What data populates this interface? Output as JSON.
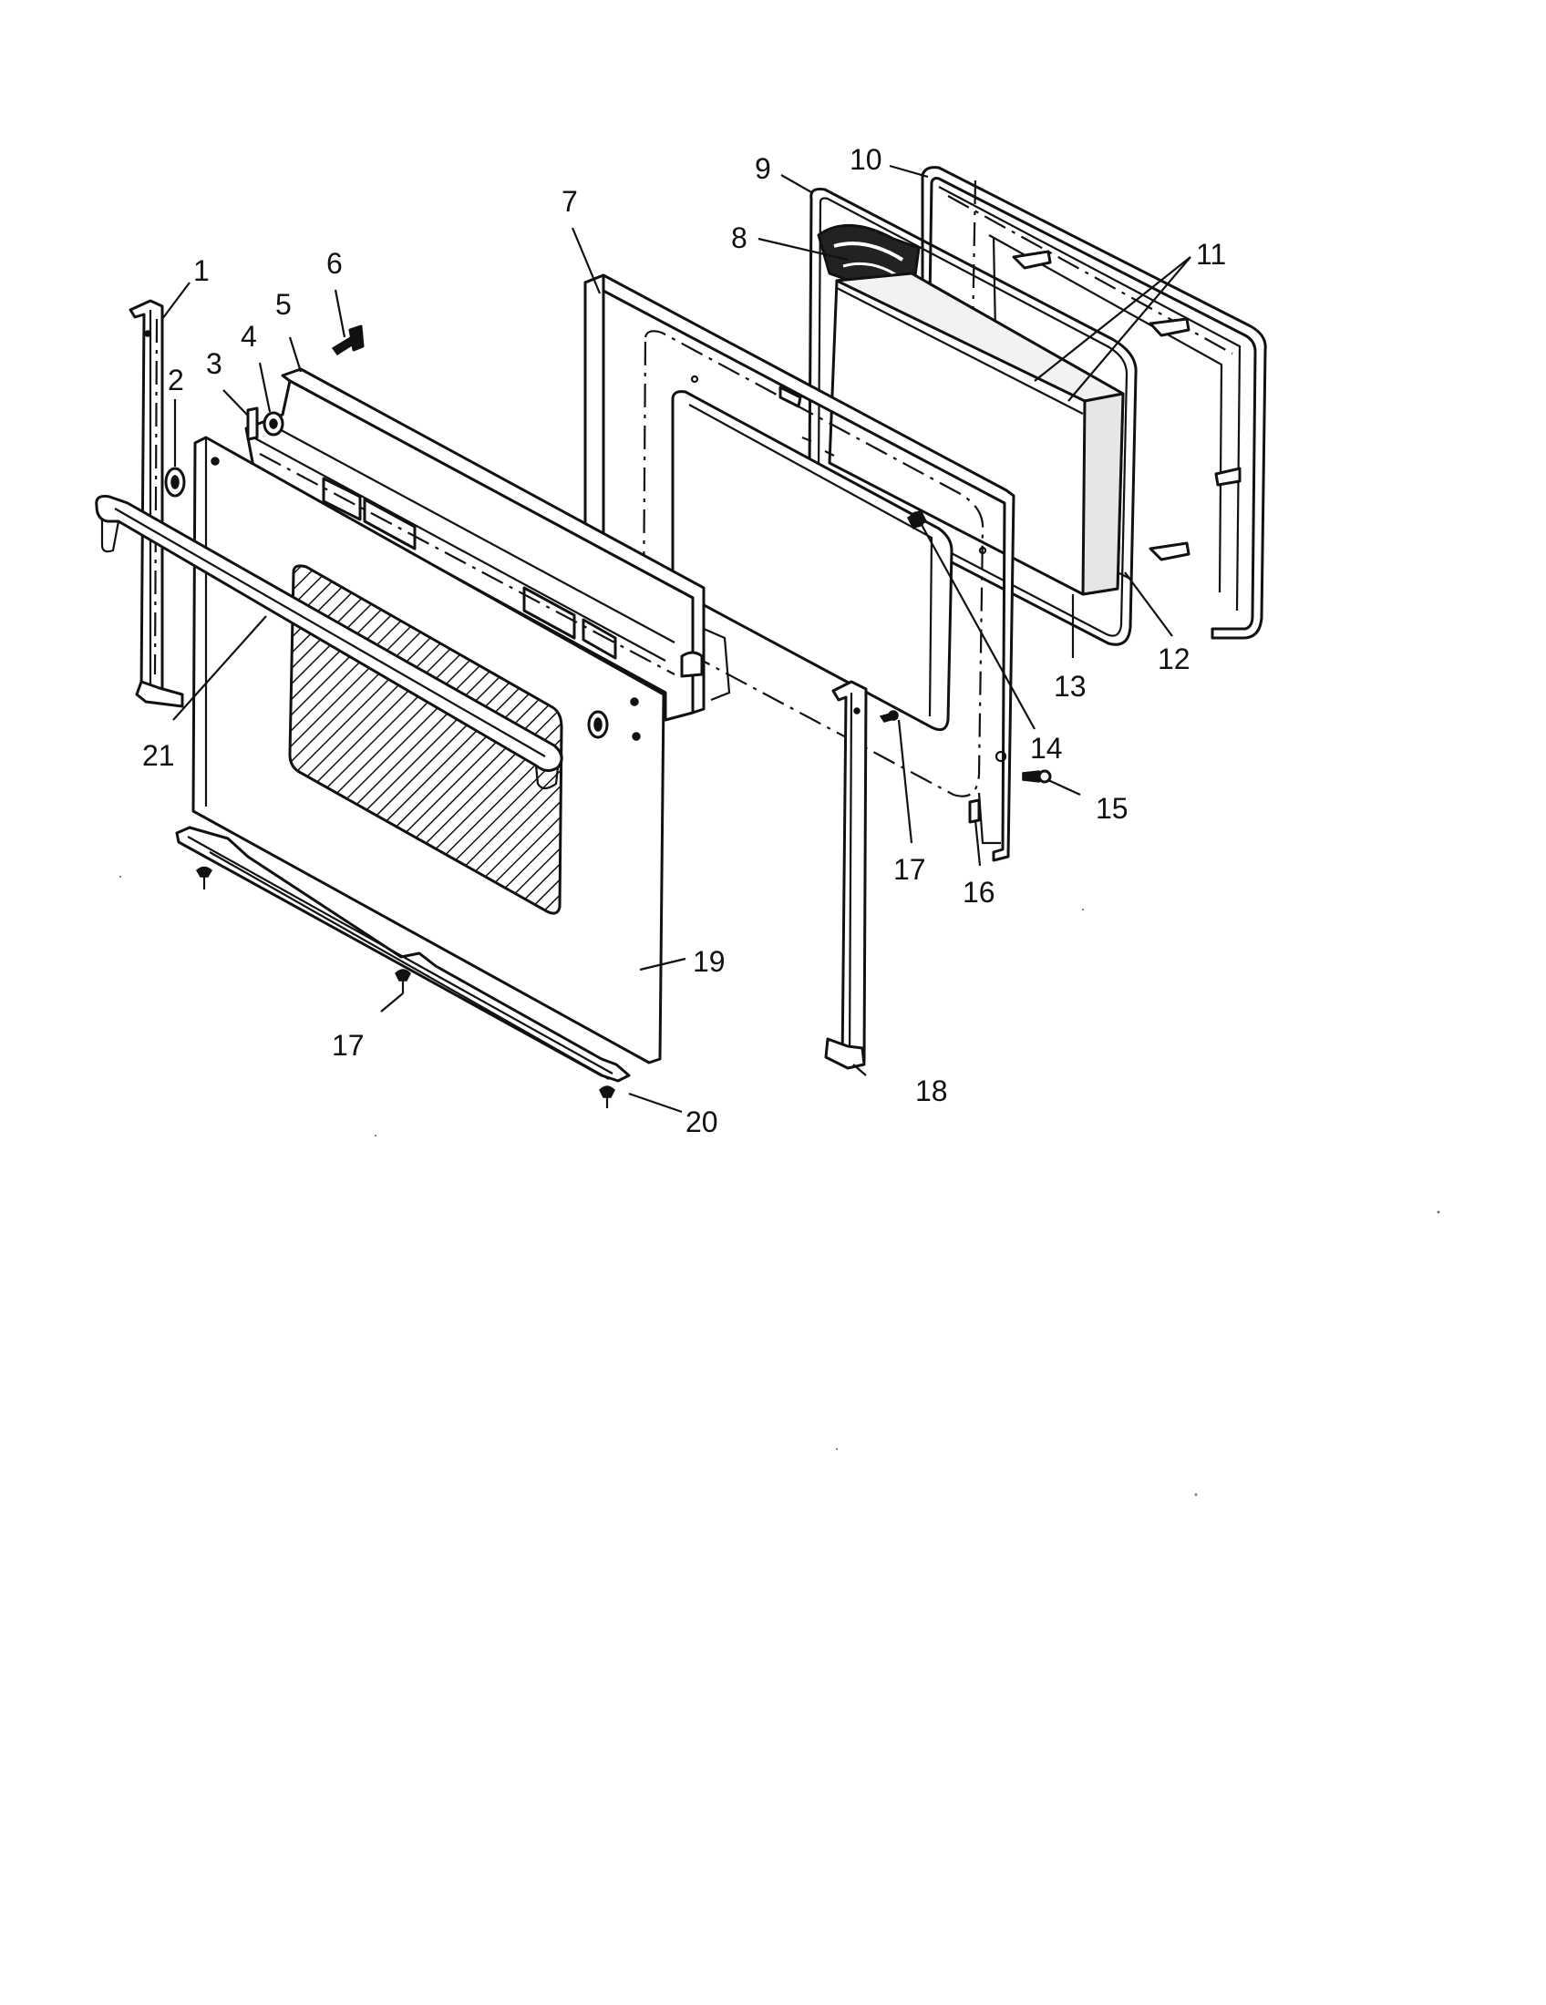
{
  "callouts": [
    {
      "id": "c1",
      "text": "1"
    },
    {
      "id": "c2",
      "text": "2"
    },
    {
      "id": "c3",
      "text": "3"
    },
    {
      "id": "c4",
      "text": "4"
    },
    {
      "id": "c5",
      "text": "5"
    },
    {
      "id": "c6",
      "text": "6"
    },
    {
      "id": "c7",
      "text": "7"
    },
    {
      "id": "c8",
      "text": "8"
    },
    {
      "id": "c9",
      "text": "9"
    },
    {
      "id": "c10",
      "text": "10"
    },
    {
      "id": "c11",
      "text": "11"
    },
    {
      "id": "c12",
      "text": "12"
    },
    {
      "id": "c13",
      "text": "13"
    },
    {
      "id": "c14",
      "text": "14"
    },
    {
      "id": "c15",
      "text": "15"
    },
    {
      "id": "c16",
      "text": "16"
    },
    {
      "id": "c17a",
      "text": "17"
    },
    {
      "id": "c17b",
      "text": "17"
    },
    {
      "id": "c18",
      "text": "18"
    },
    {
      "id": "c19",
      "text": "19"
    },
    {
      "id": "c20",
      "text": "20"
    },
    {
      "id": "c21",
      "text": "21"
    }
  ]
}
